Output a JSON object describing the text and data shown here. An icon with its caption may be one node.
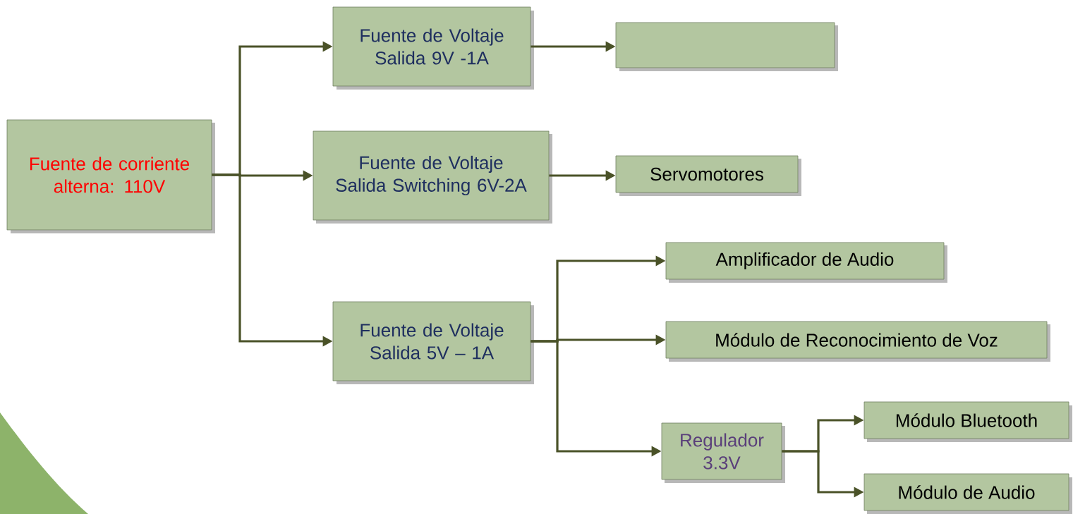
{
  "diagram": {
    "nodes": [
      {
        "text": [
          "Fuente de corriente alterna: 110V"
        ]
      },
      {
        "text": [
          "Fuente de Voltaje Salida 9V -1A"
        ]
      },
      {
        "text": [
          "Fuente de Voltaje Salida Switching 6V-2A"
        ]
      },
      {
        "text": [
          "Fuente de Voltaje Salida 5V – 1A"
        ]
      },
      {
        "text": [],
        "shape": "box"
      },
      {
        "text": [
          "Servomotores"
        ]
      },
      {
        "text": [
          "Amplificador de Audio"
        ]
      },
      {
        "text": [
          "Módulo de Reconocimiento de Voz"
        ]
      },
      {
        "text": [
          "Regulador 3.3V"
        ]
      },
      {
        "text": [
          "Módulo Bluetooth"
        ]
      },
      {
        "text": [
          "Módulo de Audio"
        ]
      }
    ],
    "edges": [
      {
        "from": 0,
        "to": 1,
        "arrow": "to"
      },
      {
        "from": 0,
        "to": 2,
        "arrow": "to"
      },
      {
        "from": 0,
        "to": 3,
        "arrow": "to"
      },
      {
        "from": 1,
        "to": 4,
        "arrow": "to"
      },
      {
        "from": 2,
        "to": 5,
        "arrow": "to"
      },
      {
        "from": 3,
        "to": 6,
        "arrow": "to"
      },
      {
        "from": 3,
        "to": 7,
        "arrow": "to"
      },
      {
        "from": 3,
        "to": 8,
        "arrow": "to"
      },
      {
        "from": 8,
        "to": 9,
        "arrow": "to"
      },
      {
        "from": 8,
        "to": 10,
        "arrow": "to"
      }
    ]
  }
}
